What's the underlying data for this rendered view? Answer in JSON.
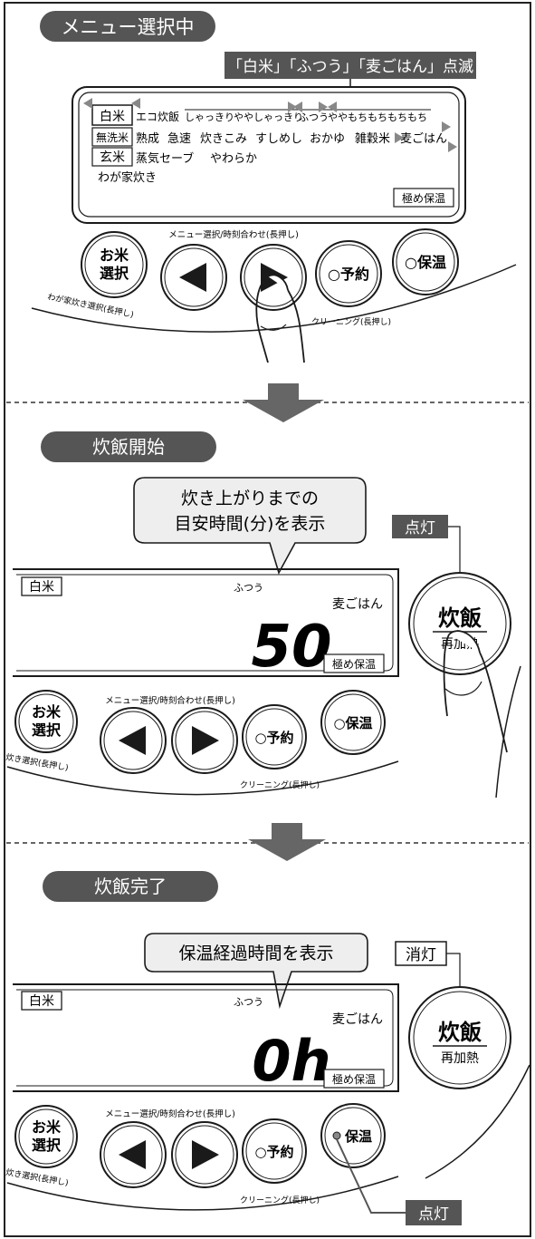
{
  "section1": {
    "title": "メニュー選択中",
    "callout": "「白米」「ふつう」「麦ごはん」点滅",
    "lcd": {
      "row1": {
        "rice": "白米",
        "items": [
          "エコ炊飯",
          "しゃっきり",
          "ややしゃっきり",
          "ふつう",
          "ややもちもち",
          "もちもち"
        ]
      },
      "row2": {
        "rice": "無洗米",
        "items": [
          "熟成",
          "急速",
          "炊きこみ",
          "すしめし",
          "おかゆ",
          "雑穀米",
          "麦ごはん"
        ]
      },
      "row3": {
        "rice": "玄米",
        "items": [
          "蒸気セーブ",
          "やわらか"
        ]
      },
      "row4": {
        "items": [
          "わが家炊き"
        ]
      },
      "keep_warm": "極め保温"
    },
    "top_label": "メニュー選択/時刻合わせ(長押し)",
    "rice_button": [
      "お米",
      "選択"
    ],
    "rice_button_sub": "わが家炊き選択(長押し)",
    "reserve_label": "○予約",
    "reserve_sub": "クリーニング(長押し)",
    "warm_label": "○保温"
  },
  "section2": {
    "title": "炊飯開始",
    "bubble": [
      "炊き上がりまでの",
      "目安時間(分)を表示"
    ],
    "lamp_label": "点灯",
    "lcd": {
      "rice": "白米",
      "texture": "ふつう",
      "menu": "麦ごはん",
      "digits": "50",
      "keep_warm": "極め保温"
    },
    "cook_button": [
      "炊飯",
      "再加熱"
    ],
    "top_label": "メニュー選択/時刻合わせ(長押し)",
    "rice_button": [
      "お米",
      "選択"
    ],
    "rice_button_sub": "炊き選択(長押し)",
    "reserve_label": "○予約",
    "reserve_sub": "クリーニング(長押し)",
    "warm_label": "○保温"
  },
  "section3": {
    "title": "炊飯完了",
    "bubble": "保温経過時間を表示",
    "lamp_off_label": "消灯",
    "lamp_on_label": "点灯",
    "lcd": {
      "rice": "白米",
      "texture": "ふつう",
      "menu": "麦ごはん",
      "digits": "0h",
      "keep_warm": "極め保温"
    },
    "cook_button": [
      "炊飯",
      "再加熱"
    ],
    "top_label": "メニュー選択/時刻合わせ(長押し)",
    "rice_button": [
      "お米",
      "選択"
    ],
    "rice_button_sub": "炊き選択(長押し)",
    "reserve_label": "○予約",
    "reserve_sub": "クリーニング(長押し)",
    "warm_label": "保温"
  },
  "colors": {
    "dark": "#555555",
    "gray": "#888888",
    "bubble": "#eeeeee",
    "line": "#1a1a1a"
  }
}
